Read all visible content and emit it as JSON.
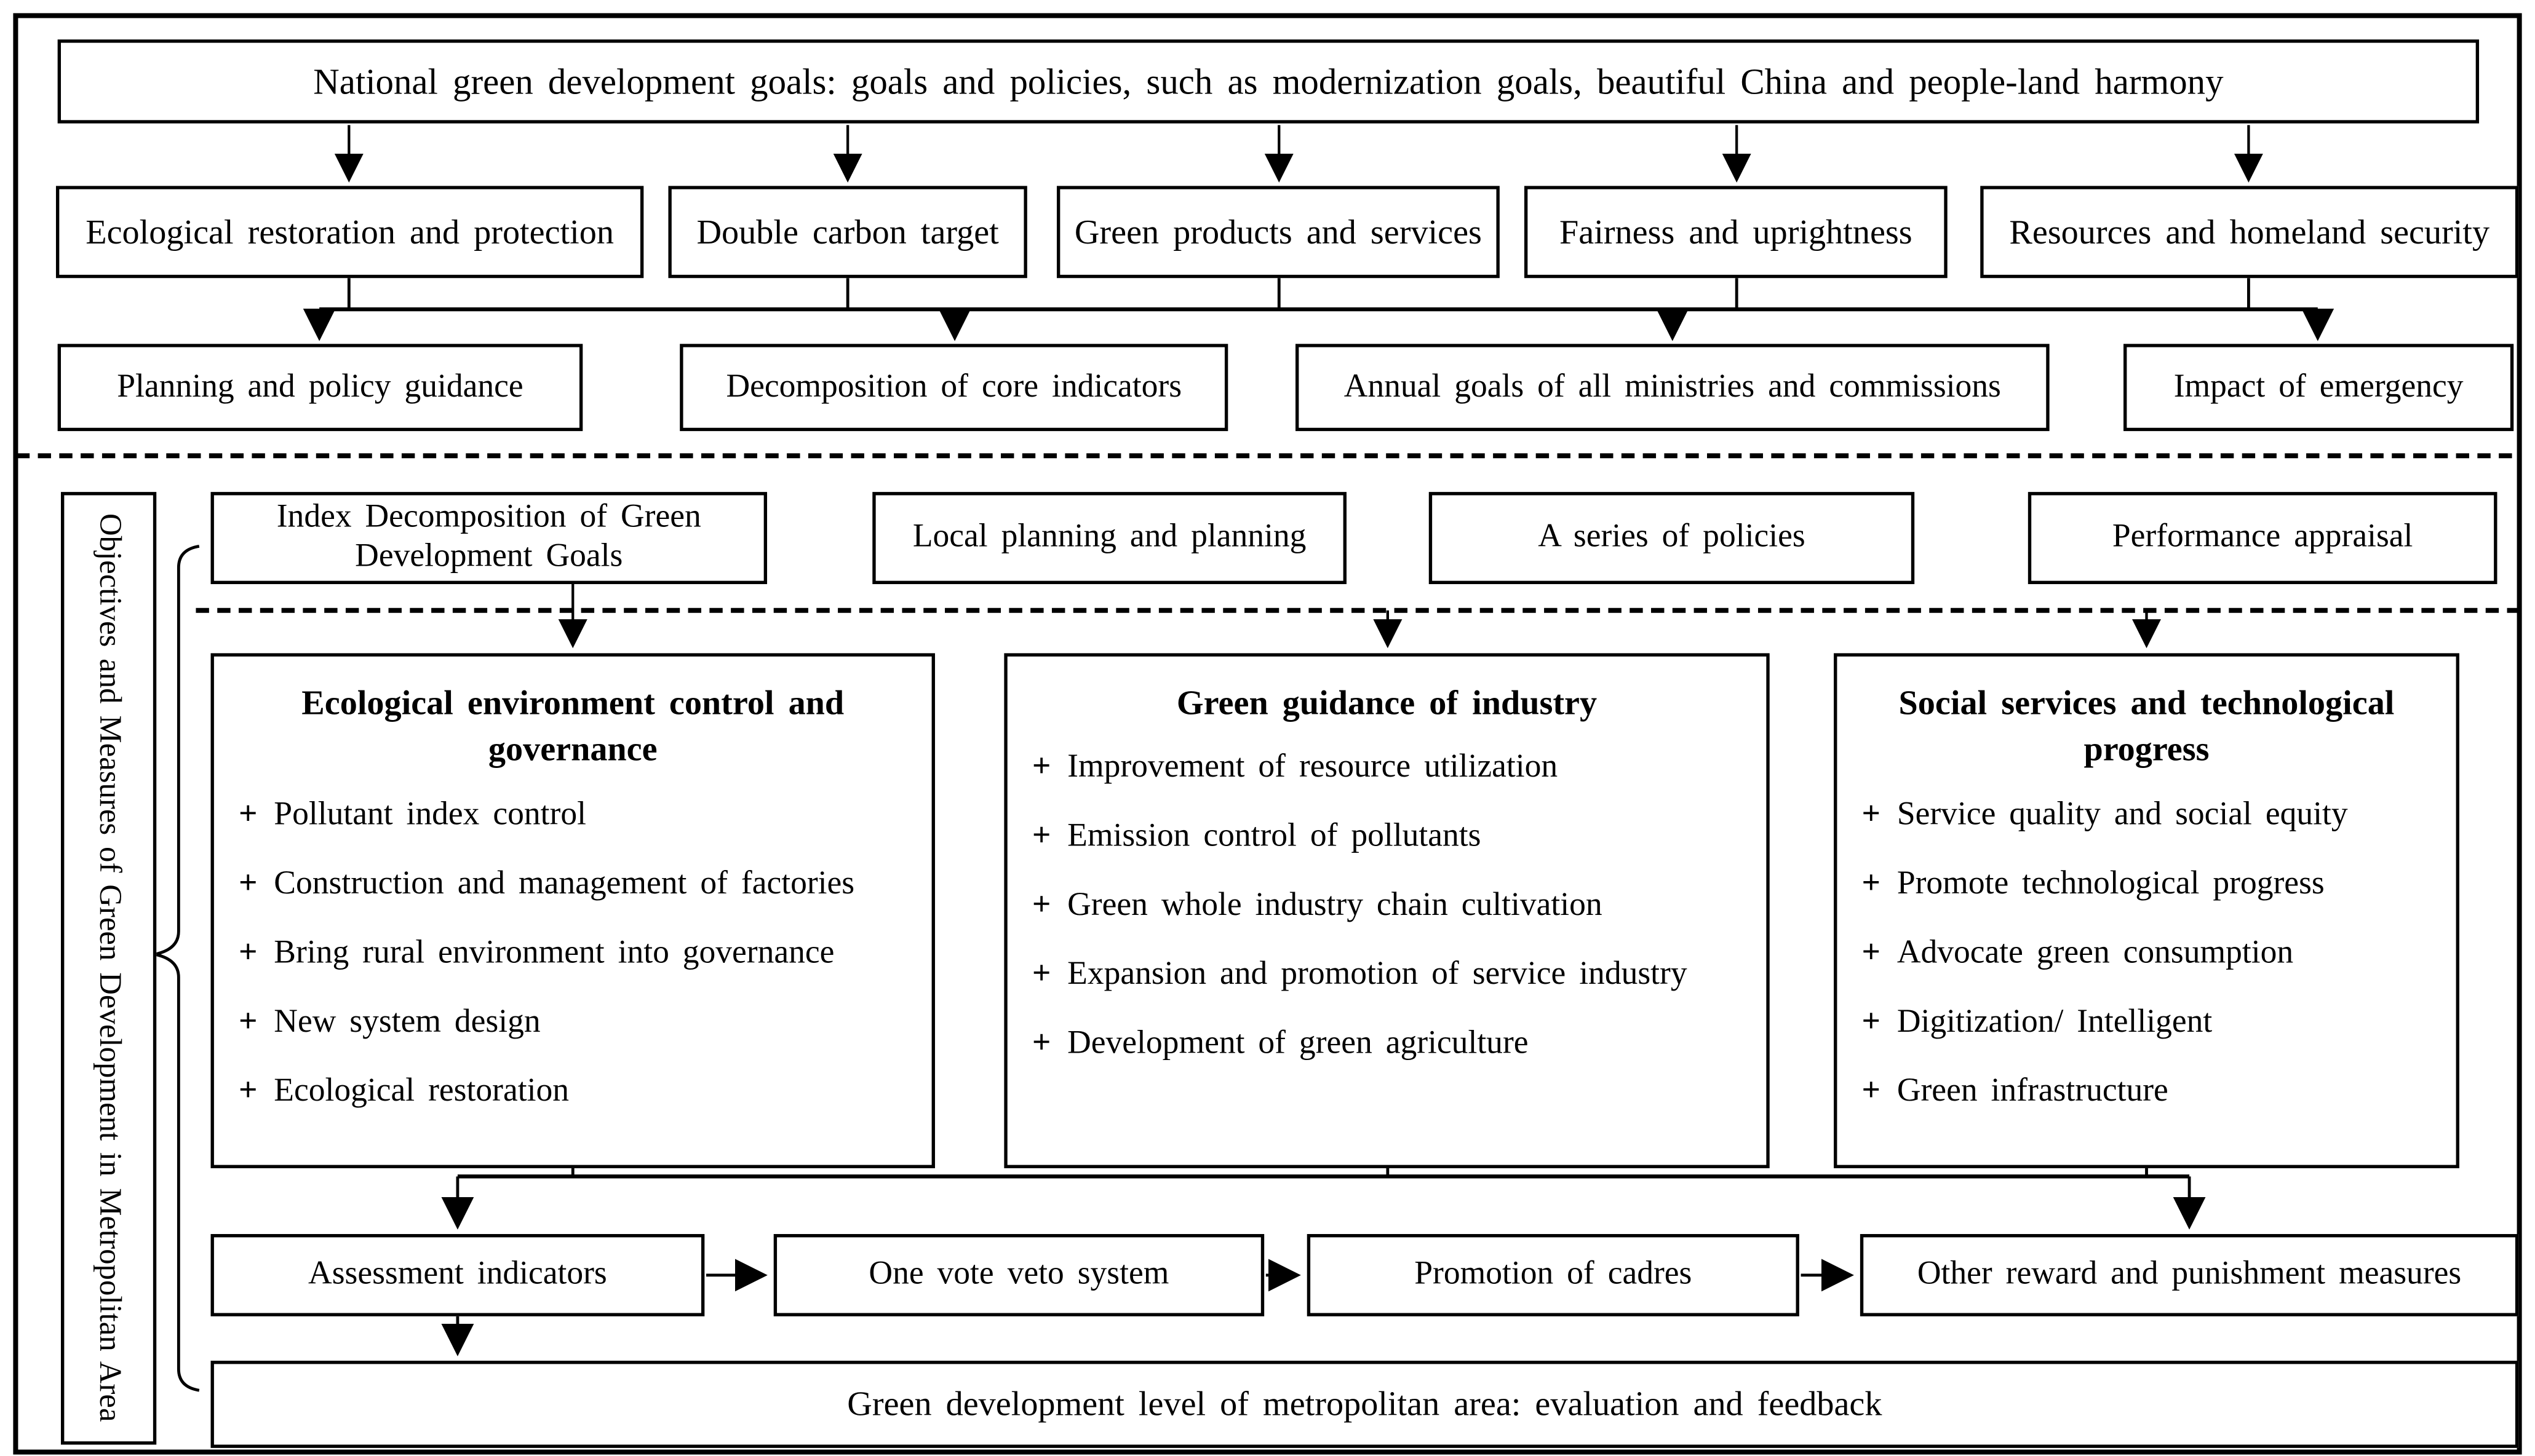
{
  "colors": {
    "ink": "#000000",
    "background": "#ffffff"
  },
  "bullet": "+",
  "top_box": {
    "label": "National green development goals: goals and policies, such as modernization goals, beautiful China and people-land harmony"
  },
  "row2": [
    "Ecological restoration and protection",
    "Double carbon target",
    "Green products and services",
    "Fairness and uprightness",
    "Resources and homeland security"
  ],
  "row3": [
    "Planning and policy guidance",
    "Decomposition of core indicators",
    "Annual goals of all ministries and commissions",
    "Impact of emergency"
  ],
  "row4": [
    "Index Decomposition of Green Development Goals",
    "Local planning and planning",
    "A series of policies",
    "Performance appraisal"
  ],
  "side_label": "Objectives and Measures of Green Development in Metropolitan Area",
  "pillars": [
    {
      "title": "Ecological environment control and governance",
      "items": [
        "Pollutant index control",
        "Construction and management of factories",
        "Bring rural environment into governance",
        "New system design",
        "Ecological restoration"
      ]
    },
    {
      "title": "Green guidance of industry",
      "items": [
        "Improvement of resource utilization",
        "Emission control of pollutants",
        "Green whole industry chain cultivation",
        "Expansion and promotion of service industry",
        "Development of green agriculture"
      ]
    },
    {
      "title": "Social services and technological progress",
      "items": [
        "Service quality and social equity",
        "Promote technological progress",
        "Advocate green consumption",
        "Digitization/ Intelligent",
        "Green infrastructure"
      ]
    }
  ],
  "bottom_row": [
    "Assessment indicators",
    "One vote veto system",
    "Promotion of cadres",
    "Other reward and punishment measures"
  ],
  "bottom_bar": "Green development level of metropolitan area: evaluation and feedback"
}
